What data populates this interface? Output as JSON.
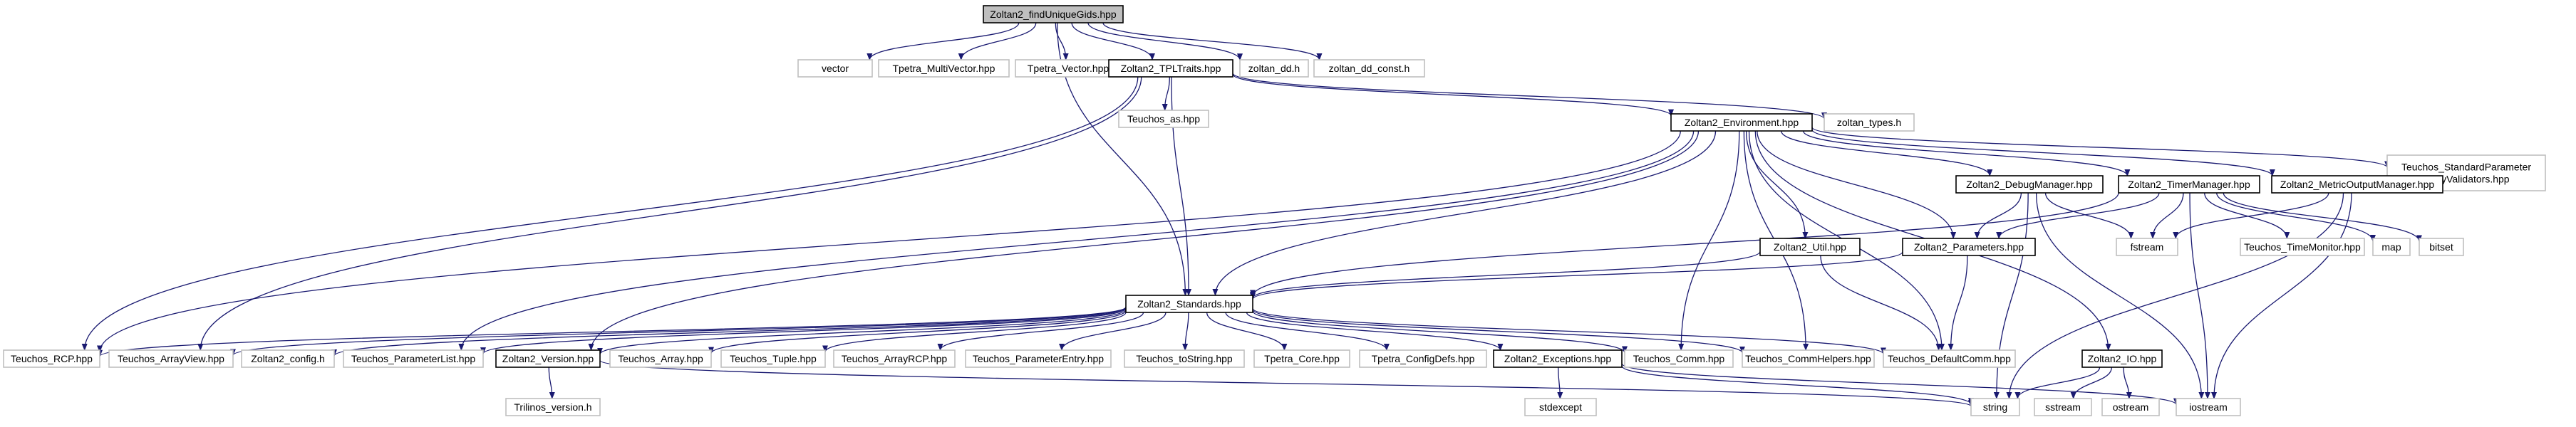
{
  "diagram": {
    "type": "include-dependency-graph",
    "colors": {
      "edge": "#191970",
      "root_fill": "#bfbfbf",
      "documented_border": "#000000",
      "external_border": "#bfbfbf",
      "text": "#000000"
    },
    "nodes": [
      {
        "id": "root",
        "label": "Zoltan2_findUniqueGids.hpp",
        "kind": "root"
      },
      {
        "id": "vector",
        "label": "vector",
        "kind": "external"
      },
      {
        "id": "tpetra_mv",
        "label": "Tpetra_MultiVector.hpp",
        "kind": "external"
      },
      {
        "id": "tpetra_vec",
        "label": "Tpetra_Vector.hpp",
        "kind": "external"
      },
      {
        "id": "tpltraits",
        "label": "Zoltan2_TPLTraits.hpp",
        "kind": "documented"
      },
      {
        "id": "zoltan_dd",
        "label": "zoltan_dd.h",
        "kind": "external"
      },
      {
        "id": "zoltan_dd_const",
        "label": "zoltan_dd_const.h",
        "kind": "external"
      },
      {
        "id": "teuchos_as",
        "label": "Teuchos_as.hpp",
        "kind": "external"
      },
      {
        "id": "environment",
        "label": "Zoltan2_Environment.hpp",
        "kind": "documented"
      },
      {
        "id": "zoltan_types",
        "label": "zoltan_types.h",
        "kind": "external"
      },
      {
        "id": "std_param",
        "label": "Teuchos_StandardParameter\nEntryValidators.hpp",
        "kind": "external"
      },
      {
        "id": "debugmgr",
        "label": "Zoltan2_DebugManager.hpp",
        "kind": "documented"
      },
      {
        "id": "timemgr",
        "label": "Zoltan2_TimerManager.hpp",
        "kind": "documented"
      },
      {
        "id": "metricmgr",
        "label": "Zoltan2_MetricOutputManager.hpp",
        "kind": "documented"
      },
      {
        "id": "util",
        "label": "Zoltan2_Util.hpp",
        "kind": "documented"
      },
      {
        "id": "parameters",
        "label": "Zoltan2_Parameters.hpp",
        "kind": "documented"
      },
      {
        "id": "fstream",
        "label": "fstream",
        "kind": "external"
      },
      {
        "id": "timemonitor",
        "label": "Teuchos_TimeMonitor.hpp",
        "kind": "external"
      },
      {
        "id": "map",
        "label": "map",
        "kind": "external"
      },
      {
        "id": "bitset",
        "label": "bitset",
        "kind": "external"
      },
      {
        "id": "standards",
        "label": "Zoltan2_Standards.hpp",
        "kind": "documented"
      },
      {
        "id": "rcp",
        "label": "Teuchos_RCP.hpp",
        "kind": "external"
      },
      {
        "id": "arrayview",
        "label": "Teuchos_ArrayView.hpp",
        "kind": "external"
      },
      {
        "id": "config",
        "label": "Zoltan2_config.h",
        "kind": "external"
      },
      {
        "id": "paramlist",
        "label": "Teuchos_ParameterList.hpp",
        "kind": "external"
      },
      {
        "id": "version",
        "label": "Zoltan2_Version.hpp",
        "kind": "documented"
      },
      {
        "id": "array",
        "label": "Teuchos_Array.hpp",
        "kind": "external"
      },
      {
        "id": "tuple",
        "label": "Teuchos_Tuple.hpp",
        "kind": "external"
      },
      {
        "id": "arrayrcp",
        "label": "Teuchos_ArrayRCP.hpp",
        "kind": "external"
      },
      {
        "id": "paramentry",
        "label": "Teuchos_ParameterEntry.hpp",
        "kind": "external"
      },
      {
        "id": "tostring",
        "label": "Teuchos_toString.hpp",
        "kind": "external"
      },
      {
        "id": "tpetra_core",
        "label": "Tpetra_Core.hpp",
        "kind": "external"
      },
      {
        "id": "tpetra_cfg",
        "label": "Tpetra_ConfigDefs.hpp",
        "kind": "external"
      },
      {
        "id": "exceptions",
        "label": "Zoltan2_Exceptions.hpp",
        "kind": "documented"
      },
      {
        "id": "comm",
        "label": "Teuchos_Comm.hpp",
        "kind": "external"
      },
      {
        "id": "commhelpers",
        "label": "Teuchos_CommHelpers.hpp",
        "kind": "external"
      },
      {
        "id": "defaultcomm",
        "label": "Teuchos_DefaultComm.hpp",
        "kind": "external"
      },
      {
        "id": "io",
        "label": "Zoltan2_IO.hpp",
        "kind": "documented"
      },
      {
        "id": "trilinos_version",
        "label": "Trilinos_version.h",
        "kind": "external"
      },
      {
        "id": "stdexcept",
        "label": "stdexcept",
        "kind": "external"
      },
      {
        "id": "string",
        "label": "string",
        "kind": "external"
      },
      {
        "id": "sstream",
        "label": "sstream",
        "kind": "external"
      },
      {
        "id": "ostream",
        "label": "ostream",
        "kind": "external"
      },
      {
        "id": "iostream",
        "label": "iostream",
        "kind": "external"
      }
    ],
    "edges": [
      [
        "root",
        "vector"
      ],
      [
        "root",
        "tpetra_mv"
      ],
      [
        "root",
        "tpetra_vec"
      ],
      [
        "root",
        "tpltraits"
      ],
      [
        "root",
        "zoltan_dd"
      ],
      [
        "root",
        "zoltan_dd_const"
      ],
      [
        "root",
        "standards"
      ],
      [
        "tpltraits",
        "teuchos_as"
      ],
      [
        "tpltraits",
        "environment"
      ],
      [
        "tpltraits",
        "zoltan_types"
      ],
      [
        "tpltraits",
        "standards"
      ],
      [
        "tpltraits",
        "rcp"
      ],
      [
        "tpltraits",
        "arrayview"
      ],
      [
        "environment",
        "std_param"
      ],
      [
        "environment",
        "debugmgr"
      ],
      [
        "environment",
        "timemgr"
      ],
      [
        "environment",
        "metricmgr"
      ],
      [
        "environment",
        "util"
      ],
      [
        "environment",
        "parameters"
      ],
      [
        "environment",
        "standards"
      ],
      [
        "environment",
        "rcp"
      ],
      [
        "environment",
        "paramlist"
      ],
      [
        "environment",
        "comm"
      ],
      [
        "environment",
        "commhelpers"
      ],
      [
        "environment",
        "defaultcomm"
      ],
      [
        "environment",
        "io"
      ],
      [
        "environment",
        "version"
      ],
      [
        "debugmgr",
        "parameters"
      ],
      [
        "debugmgr",
        "fstream"
      ],
      [
        "debugmgr",
        "string"
      ],
      [
        "debugmgr",
        "iostream"
      ],
      [
        "timemgr",
        "parameters"
      ],
      [
        "timemgr",
        "fstream"
      ],
      [
        "timemgr",
        "timemonitor"
      ],
      [
        "timemgr",
        "map"
      ],
      [
        "timemgr",
        "bitset"
      ],
      [
        "timemgr",
        "standards"
      ],
      [
        "timemgr",
        "iostream"
      ],
      [
        "metricmgr",
        "fstream"
      ],
      [
        "metricmgr",
        "string"
      ],
      [
        "metricmgr",
        "iostream"
      ],
      [
        "util",
        "standards"
      ],
      [
        "util",
        "defaultcomm"
      ],
      [
        "parameters",
        "standards"
      ],
      [
        "parameters",
        "defaultcomm"
      ],
      [
        "standards",
        "rcp"
      ],
      [
        "standards",
        "arrayview"
      ],
      [
        "standards",
        "config"
      ],
      [
        "standards",
        "paramlist"
      ],
      [
        "standards",
        "version"
      ],
      [
        "standards",
        "array"
      ],
      [
        "standards",
        "tuple"
      ],
      [
        "standards",
        "arrayrcp"
      ],
      [
        "standards",
        "paramentry"
      ],
      [
        "standards",
        "tostring"
      ],
      [
        "standards",
        "tpetra_core"
      ],
      [
        "standards",
        "tpetra_cfg"
      ],
      [
        "standards",
        "exceptions"
      ],
      [
        "standards",
        "comm"
      ],
      [
        "standards",
        "commhelpers"
      ],
      [
        "standards",
        "defaultcomm"
      ],
      [
        "version",
        "trilinos_version"
      ],
      [
        "version",
        "string"
      ],
      [
        "exceptions",
        "stdexcept"
      ],
      [
        "exceptions",
        "string"
      ],
      [
        "exceptions",
        "iostream"
      ],
      [
        "io",
        "string"
      ],
      [
        "io",
        "sstream"
      ],
      [
        "io",
        "ostream"
      ]
    ]
  }
}
